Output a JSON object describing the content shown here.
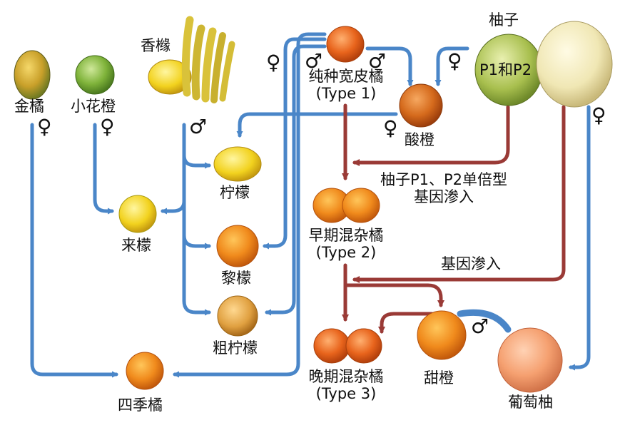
{
  "labels": {
    "kumquat": "金橘",
    "microcitrus": "小花橙",
    "citron": "香橼",
    "mandarin_line1": "纯种宽皮橘",
    "mandarin_line2": "(Type 1)",
    "pomelo_title": "柚子",
    "pomelo_p": "P1和P2",
    "sour_orange": "酸橙",
    "lemon": "柠檬",
    "lime": "来檬",
    "early_line1": "早期混杂橘",
    "early_line2": "(Type 2)",
    "rough_lemon": "黎檬",
    "rough_lemon2": "粗柠檬",
    "intro_single_line1": "柚子P1、P2单倍型",
    "intro_single_line2": "基因渗入",
    "introgression": "基因渗入",
    "late_line1": "晚期混杂橘",
    "late_line2": "(Type 3)",
    "sweet_orange": "甜橙",
    "grapefruit": "葡萄柚",
    "calamondin": "四季橘"
  },
  "symbols": {
    "female": "♀",
    "male": "♂"
  },
  "colors": {
    "blue_arrow": "#4a86c8",
    "red_arrow": "#9a3a36"
  }
}
